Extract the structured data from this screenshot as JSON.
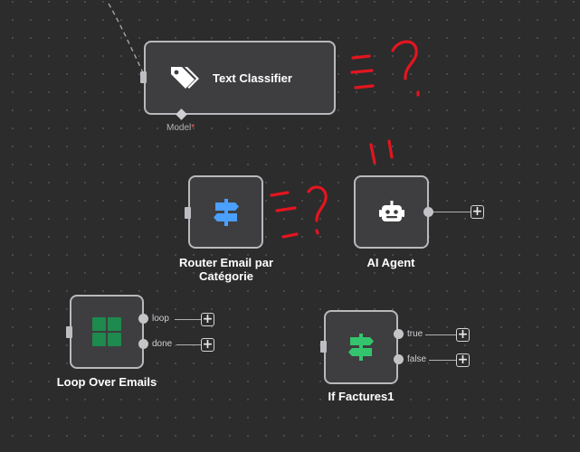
{
  "canvas": {
    "text_classifier": {
      "title": "Text Classifier",
      "model_label": "Model",
      "required_mark": "*",
      "icon": "tags-icon"
    },
    "router": {
      "title_line1": "Router Email par",
      "title_line2": "Catégorie",
      "icon": "signpost-icon"
    },
    "ai_agent": {
      "title": "AI Agent",
      "icon": "robot-icon",
      "add": "+"
    },
    "loop": {
      "title": "Loop Over Emails",
      "icon": "grid-icon",
      "ports": [
        "loop",
        "done"
      ],
      "add": "+"
    },
    "if_node": {
      "title": "If Factures1",
      "icon": "signpost-icon",
      "ports": [
        "true",
        "false"
      ],
      "add": "+"
    }
  },
  "colors": {
    "accent_red": "#e3151f",
    "router_icon": "#4a9fff",
    "loop_icon": "#1e8a4e",
    "if_icon": "#34c46d",
    "required": "#ff5c5c"
  }
}
